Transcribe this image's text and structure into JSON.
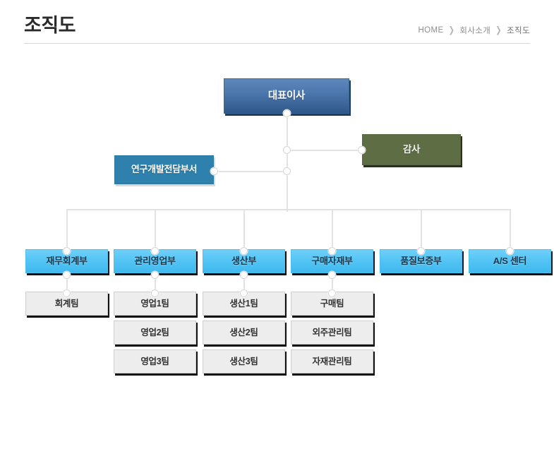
{
  "header": {
    "title": "조직도",
    "breadcrumb": {
      "items": [
        "HOME",
        "회사소개",
        "조직도"
      ],
      "separator": "❯"
    }
  },
  "chart": {
    "colors": {
      "ceo_top": "#5e87bb",
      "ceo_bottom": "#2f578a",
      "audit": "#5f6d45",
      "rnd": "#2e81ad",
      "dept_top": "#6fd0f8",
      "dept_bottom": "#3fb9ef",
      "team": "#ededed",
      "connector": "#e2e2e2",
      "node_fill": "#ffffff",
      "node_border": "#d6d6d6"
    },
    "ceo": {
      "label": "대표이사"
    },
    "auditor": {
      "label": "감사"
    },
    "rnd": {
      "label": "연구개발전담부서"
    },
    "departments": [
      {
        "label": "재무회계부",
        "teams": [
          "회계팀"
        ]
      },
      {
        "label": "관리영업부",
        "teams": [
          "영업1팀",
          "영업2팀",
          "영업3팀"
        ]
      },
      {
        "label": "생산부",
        "teams": [
          "생산1팀",
          "생산2팀",
          "생산3팀"
        ]
      },
      {
        "label": "구매자재부",
        "teams": [
          "구매팀",
          "외주관리팀",
          "자재관리팀"
        ]
      },
      {
        "label": "품질보증부",
        "teams": []
      },
      {
        "label": "A/S 센터",
        "teams": []
      }
    ]
  }
}
